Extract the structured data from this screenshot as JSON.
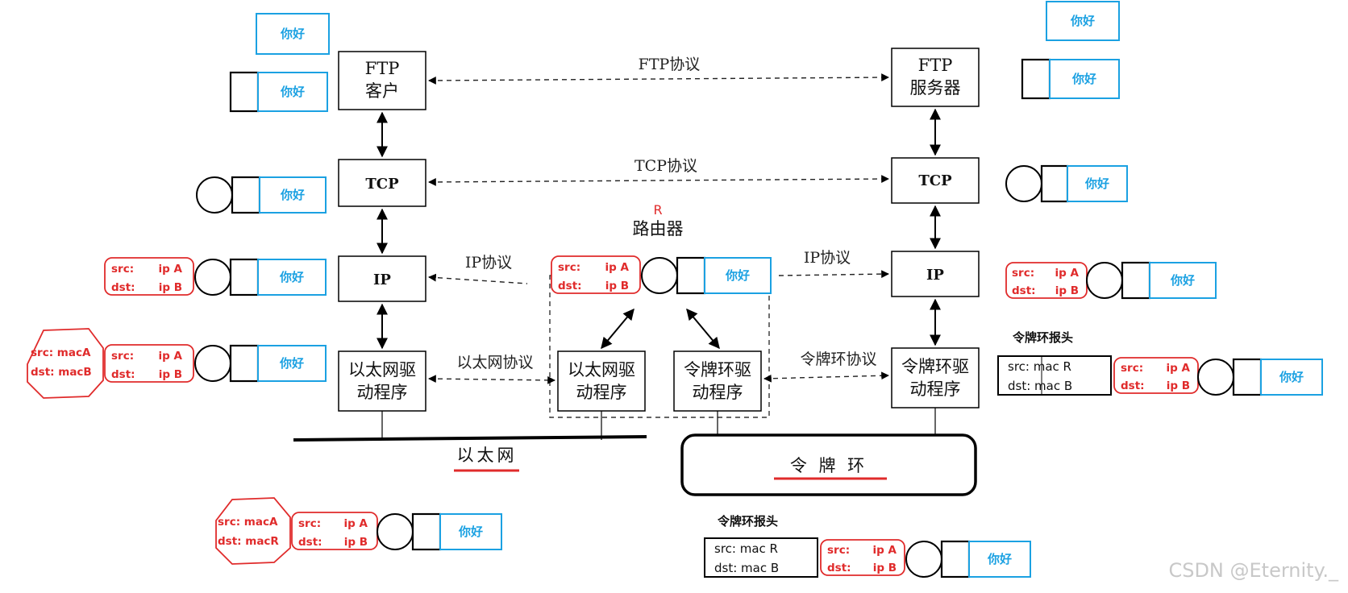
{
  "nodes": {
    "ftp_client": [
      "FTP",
      "客户"
    ],
    "ftp_server": [
      "FTP",
      "服务器"
    ],
    "tcp": "TCP",
    "ip": "IP",
    "eth_driver": [
      "以太网驱",
      "动程序"
    ],
    "token_driver": [
      "令牌环驱",
      "动程序"
    ],
    "router_label": "R",
    "router": "路由器"
  },
  "protocols": {
    "ftp": "FTP协议",
    "tcp": "TCP协议",
    "ip": "IP协议",
    "ethernet": "以太网协议",
    "token_ring": "令牌环协议"
  },
  "networks": {
    "ethernet": "以太网",
    "token_ring": "令 牌 环"
  },
  "packet": {
    "data": "你好",
    "src_label": "src:",
    "dst_label": "dst:",
    "ip_src": "ip A",
    "ip_dst": "ip B",
    "mac_src_a": "src: macA",
    "mac_dst_b": "dst: macB",
    "mac_dst_r": "dst: macR",
    "token_header_title": "令牌环报头",
    "token_src": "src: mac R",
    "token_dst": "dst:  mac B"
  },
  "watermark": "CSDN @Eternity._",
  "colors": {
    "data_box": "#1ba1e2",
    "header_red": "#e02b2b"
  },
  "icons": {
    "tcp_header": "circle",
    "app_header": "square"
  }
}
